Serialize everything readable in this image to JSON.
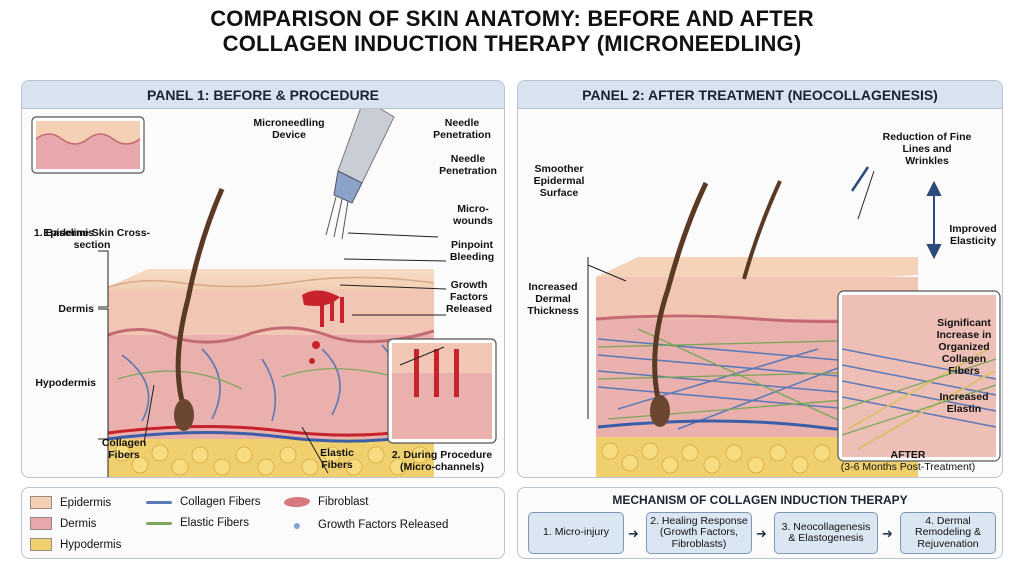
{
  "title": {
    "line1": "COMPARISON OF SKIN ANATOMY: BEFORE AND AFTER",
    "line2": "COLLAGEN INDUCTION THERAPY (MICRONEEDLING)"
  },
  "panel1": {
    "heading": "PANEL 1: BEFORE & PROCEDURE",
    "labels": {
      "baseline": "1. Baseline Skin Cross-section",
      "device": "Microneedling Device",
      "needle1": "Needle Penetration",
      "needle2": "Needle Penetration",
      "microwounds": "Micro-wounds",
      "bleeding": "Pinpoint Bleeding",
      "growth": "Growth Factors Released",
      "epidermis": "Epidermis",
      "dermis": "Dermis",
      "hypodermis": "Hypodermis",
      "collagen": "Collagen Fibers",
      "elastic": "Elastic Fibers",
      "during": "2. During Procedure (Micro-channels)"
    }
  },
  "panel2": {
    "heading": "PANEL 2: AFTER TREATMENT (NEOCOLLAGENESIS)",
    "labels": {
      "smoother": "Smoother Epidermal Surface",
      "reduction": "Reduction of Fine Lines and Wrinkles",
      "elasticity": "Improved Elasticity",
      "thickness": "Increased Dermal Thickness",
      "significant": "Significant Increase in Organized Collagen Fibers",
      "elastin": "Increased Elastin",
      "after": "AFTER",
      "after_sub": "(3-6 Months Post-Treatment)"
    }
  },
  "legend": {
    "epidermis": "Epidermis",
    "dermis": "Dermis",
    "hypodermis": "Hypodermis",
    "collagen": "Collagen Fibers",
    "elastic": "Elastic Fibers",
    "fibroblast": "Fibroblast",
    "growth": "Growth Factors Released"
  },
  "mechanism": {
    "title": "MECHANISM OF COLLAGEN INDUCTION THERAPY",
    "steps": [
      "1. Micro-injury",
      "2. Healing Response (Growth Factors, Fibroblasts)",
      "3. Neocollagenesis & Elastogenesis",
      "4. Dermal Remodeling & Rejuvenation"
    ]
  },
  "colors": {
    "epidermis": "#f5d0b5",
    "dermis": "#e7a7ad",
    "hypodermis": "#f0cf6e",
    "collagen": "#5b79b8",
    "elastic": "#7aa65a",
    "blood": "#c8232c",
    "hair": "#5a3a24"
  }
}
